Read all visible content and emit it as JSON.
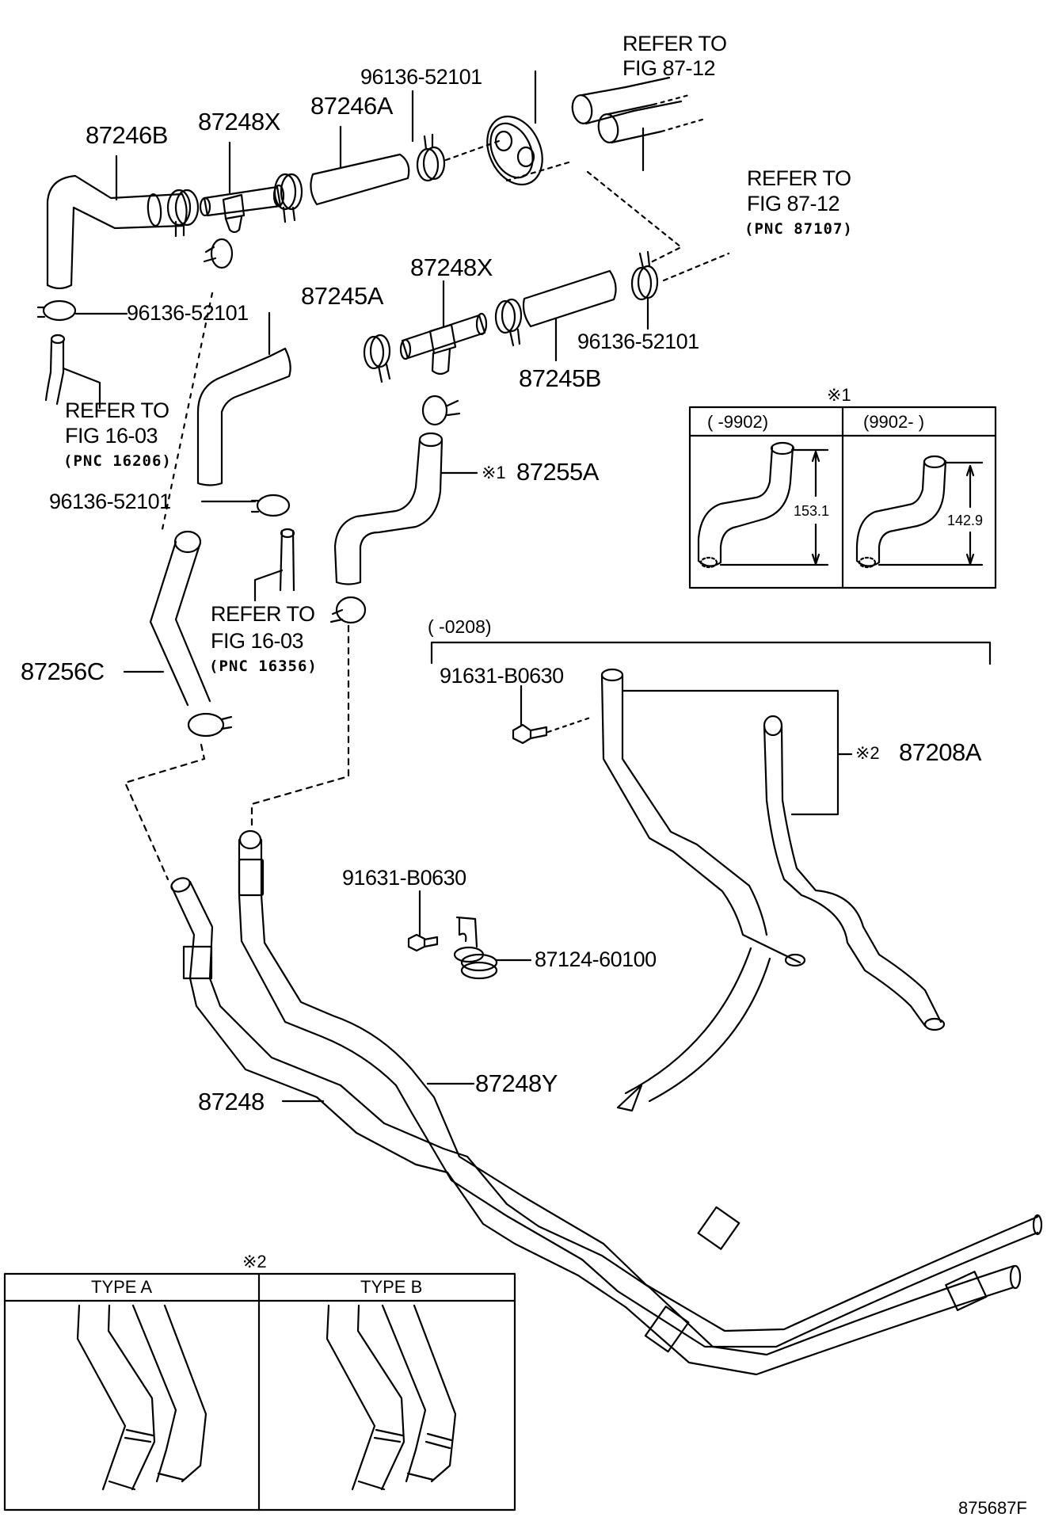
{
  "diagram": {
    "figure_id": "875687F",
    "parts": {
      "p87246B": "87246B",
      "p87248X_top": "87248X",
      "p87246A": "87246A",
      "p87248X_mid": "87248X",
      "p87245A": "87245A",
      "p87245B": "87245B",
      "p87255A": "87255A",
      "p87256C": "87256C",
      "p87208A": "87208A",
      "p87124": "87124-60100",
      "p87248Y": "87248Y",
      "p87248": "87248"
    },
    "clamps": {
      "c1": "96136-52101",
      "c2": "96136-52101",
      "c3": "96136-52101",
      "c4": "96136-52101"
    },
    "bolts": {
      "b1": "91631-B0630",
      "b2": "91631-B0630"
    },
    "references": [
      {
        "line1": "REFER TO",
        "line2": "FIG 87-12",
        "pnc": ""
      },
      {
        "line1": "REFER TO",
        "line2": "FIG 87-12",
        "pnc": "(PNC  87107)"
      },
      {
        "line1": "REFER TO",
        "line2": "FIG 16-03",
        "pnc": "(PNC  16206)"
      },
      {
        "line1": "REFER TO",
        "line2": "FIG 16-03",
        "pnc": "(PNC  16356)"
      }
    ],
    "notes": {
      "note1_marker": "※1",
      "note2_marker": "※2",
      "inline_marker1": "※1",
      "inline_marker2": "※2"
    },
    "range_bracket": {
      "label": "(      -0208)"
    },
    "inset_note1": {
      "title": "※1",
      "columns": [
        {
          "header": "(      -9902)",
          "dimension": "153.1"
        },
        {
          "header": "(9902-      )",
          "dimension": "142.9"
        }
      ]
    },
    "inset_note2": {
      "title": "※2",
      "columns": [
        {
          "header": "TYPE A"
        },
        {
          "header": "TYPE B"
        }
      ]
    }
  }
}
